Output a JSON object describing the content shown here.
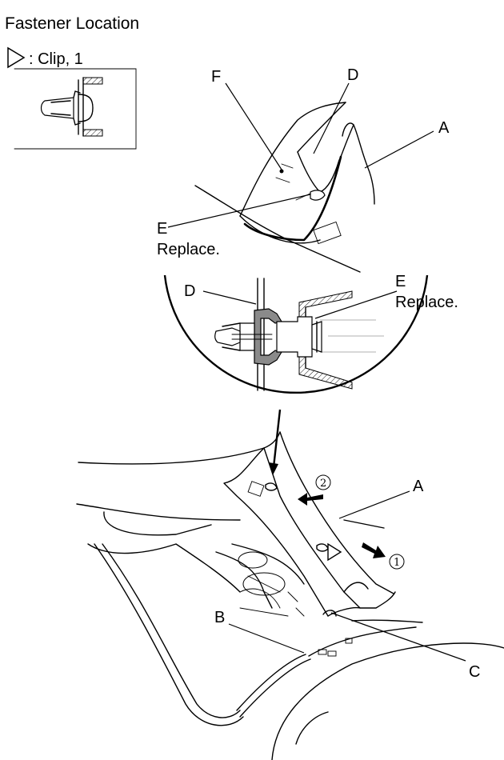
{
  "title": "Fastener Location",
  "legend": {
    "icon": "triangle-outline",
    "text": ": Clip, 1"
  },
  "callouts": {
    "A_top": "A",
    "D_top": "D",
    "F_top": "F",
    "E_top": "E",
    "E_top_note": "Replace.",
    "D_detail": "D",
    "E_detail": "E",
    "E_detail_note": "Replace.",
    "A_bottom": "A",
    "B_bottom": "B",
    "C_bottom": "C"
  },
  "steps": {
    "step1": "1",
    "step2": "2"
  }
}
